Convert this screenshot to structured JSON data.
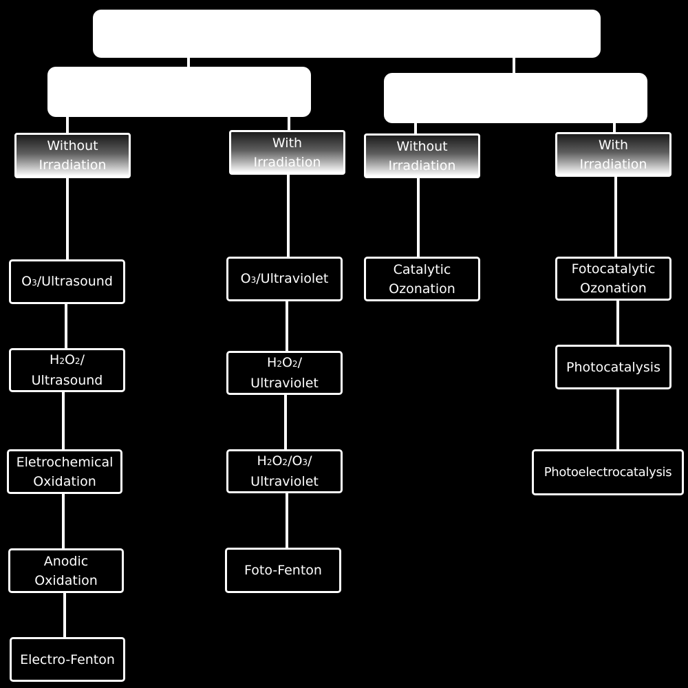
{
  "branches": [
    {
      "heading": {
        "line1": "Without",
        "line2": "Irradiation"
      },
      "nodes": [
        {
          "parts": [
            "O",
            "3",
            "/Ultrasound"
          ]
        },
        {
          "line1": [
            "H",
            "2",
            "O",
            "2",
            "/"
          ],
          "line2": "Ultrasound"
        },
        {
          "line1": "Eletrochemical",
          "line2": "Oxidation"
        },
        {
          "line1": "Anodic",
          "line2": "Oxidation"
        },
        {
          "text": "Electro-Fenton"
        }
      ]
    },
    {
      "heading": {
        "line1": "With",
        "line2": "Irradiation"
      },
      "nodes": [
        {
          "parts": [
            "O",
            "3",
            "/Ultraviolet"
          ]
        },
        {
          "line1": [
            "H",
            "2",
            "O",
            "2",
            "/"
          ],
          "line2": "Ultraviolet"
        },
        {
          "line1": [
            "H",
            "2",
            "O",
            "2",
            "/O",
            "3",
            "/"
          ],
          "line2": "Ultraviolet"
        },
        {
          "text": "Foto-Fenton"
        }
      ]
    },
    {
      "heading": {
        "line1": "Without",
        "line2": "Irradiation"
      },
      "nodes": [
        {
          "line1": "Catalytic",
          "line2": "Ozonation"
        }
      ]
    },
    {
      "heading": {
        "line1": "With",
        "line2": "Irradiation"
      },
      "nodes": [
        {
          "line1": "Fotocatalytic",
          "line2": "Ozonation"
        },
        {
          "text": "Photocatalysis"
        },
        {
          "text": "Photoelectrocatalysis"
        }
      ]
    }
  ]
}
